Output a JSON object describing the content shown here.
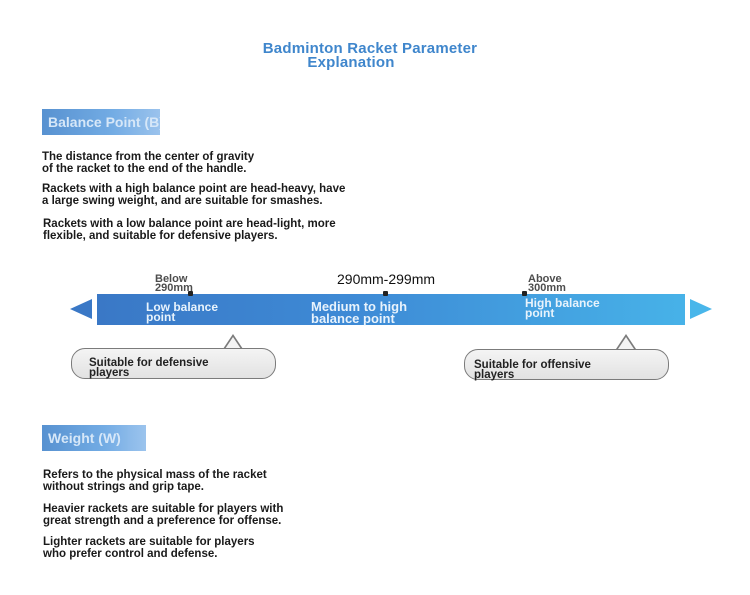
{
  "title": {
    "line1": "Badminton Racket Parameter",
    "line2": "Explanation"
  },
  "balance": {
    "label": "Balance Point (B)",
    "paragraphs": [
      "The distance from the center of gravity\n of the racket to the end of the handle.",
      "Rackets with a high balance point are head-heavy, have\n a large swing weight, and are suitable for smashes.",
      "Rackets with a low balance point are head-light, more\n flexible, and suitable for defensive players."
    ],
    "scale": {
      "below": "Below\n  290mm",
      "middle": "290mm-299mm",
      "above": "Above\n  300mm",
      "low": "Low balance\n point",
      "medium": "Medium to high\n balance point",
      "high": "High balance\n point"
    },
    "callouts": {
      "defensive": "Suitable for defensive\n players",
      "offensive": "Suitable for offensive\n players"
    },
    "colors": {
      "bar_start": "#3a78c6",
      "bar_end": "#47b2e8"
    }
  },
  "weight": {
    "label": "Weight (W)",
    "paragraphs": [
      "Refers to the physical mass of the racket\n without strings and grip tape.",
      "Heavier rackets are suitable for players with\n great strength and a preference for offense.",
      "Lighter rackets are suitable for players\n who prefer control and defense."
    ]
  }
}
